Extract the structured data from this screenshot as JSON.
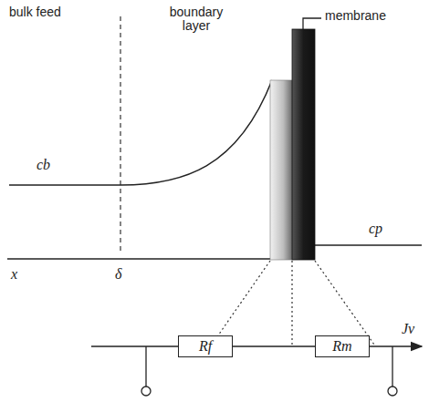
{
  "diagram": {
    "nodes": [
      {
        "text": [
          "Rf"
        ]
      },
      {
        "text": [
          "Rm"
        ]
      }
    ],
    "edges": [
      {
        "from": 0,
        "to": 1,
        "arrow": "none"
      }
    ],
    "labels": [
      "bulk feed",
      "boundary layer",
      "membrane",
      "cb",
      "cp",
      "x",
      "δ",
      "Jv"
    ]
  }
}
